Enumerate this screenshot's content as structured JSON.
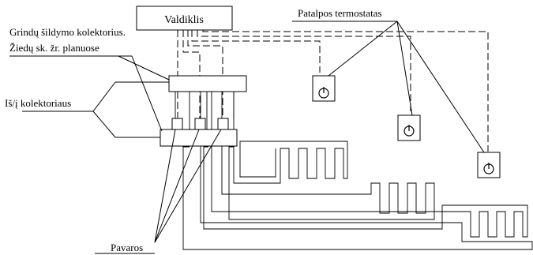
{
  "labels": {
    "controller": "Valdiklis",
    "thermostat": "Patalpos termostatas",
    "floor_manifold_line1": "Grindų šildymo kolektorius.",
    "floor_manifold_line2": "Žiedų sk. žr. planuose",
    "from_to_manifold": "Iš/į kolektoriaus",
    "actuators": "Pavaros"
  },
  "icons": {
    "thermostat": "power-dial-icon"
  },
  "thermostat_count": 3,
  "actuator_count": 3,
  "heating_loop_count": 4
}
